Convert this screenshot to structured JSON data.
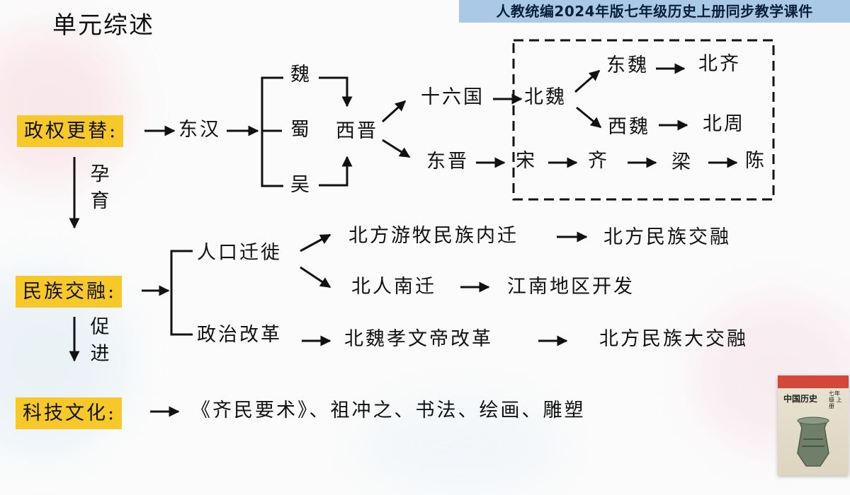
{
  "page": {
    "title": "单元综述",
    "banner": "人教统编2024年版七年级历史上册同步教学课件"
  },
  "categories": {
    "politics": "政权更替:",
    "ethnic": "民族交融:",
    "culture": "科技文化:"
  },
  "links": {
    "nurture": [
      "孕",
      "育"
    ],
    "promote": [
      "促",
      "进"
    ]
  },
  "politics": {
    "donghan": "东汉",
    "wei": "魏",
    "shu": "蜀",
    "wu": "吴",
    "xijin": "西晋",
    "shiliuguo": "十六国",
    "dongjin": "东晋",
    "beiwei": "北魏",
    "dongwei": "东魏",
    "beiqi": "北齐",
    "xiwei": "西魏",
    "beizhou": "北周",
    "song": "宋",
    "qi": "齐",
    "liang": "梁",
    "chen": "陈"
  },
  "ethnic": {
    "migration": "人口迁徙",
    "reform": "政治改革",
    "north_nomad": "北方游牧民族内迁",
    "north_fusion": "北方民族交融",
    "south_move": "北人南迁",
    "jiangnan": "江南地区开发",
    "xiaowen": "北魏孝文帝改革",
    "great_fusion": "北方民族大交融"
  },
  "culture": {
    "items": "《齐民要术》、祖冲之、书法、绘画、雕塑"
  },
  "book": {
    "title": "中国历史",
    "grade": "七年级 上册"
  }
}
